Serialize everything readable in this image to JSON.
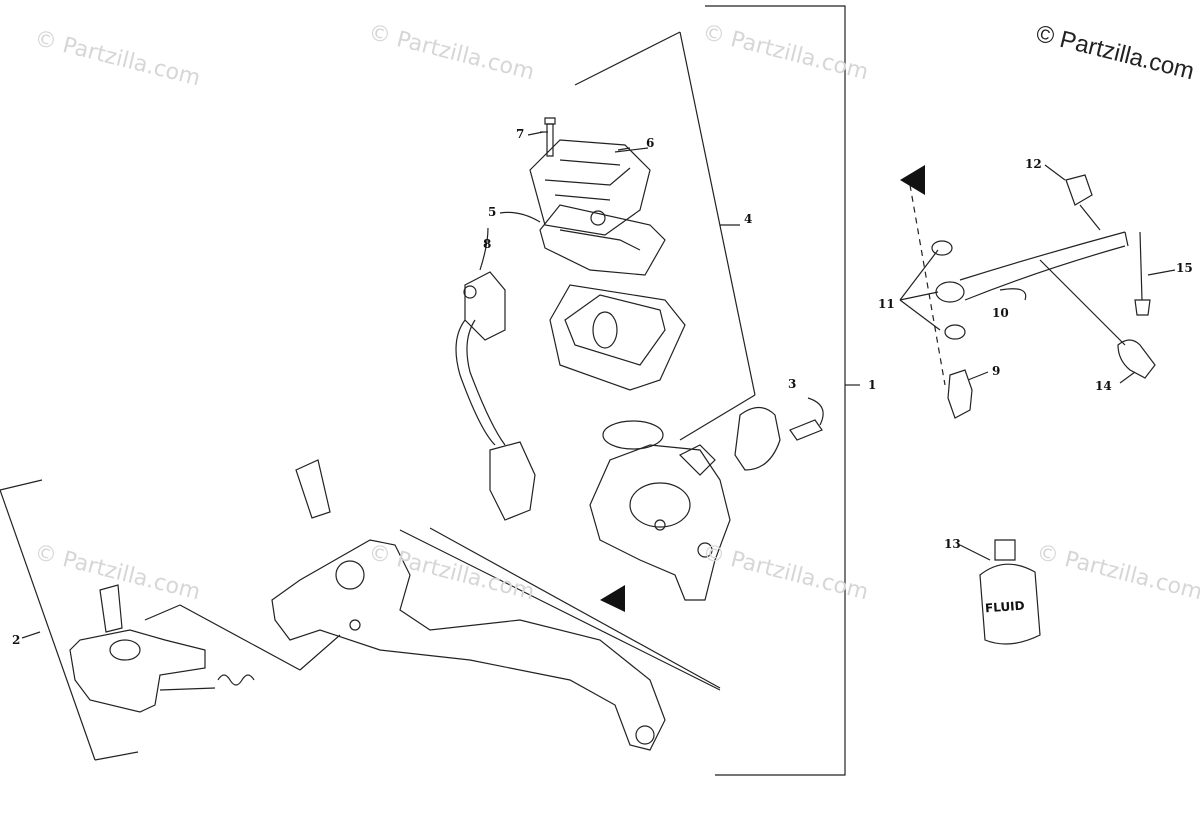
{
  "watermark": {
    "text": "© Partzilla.com",
    "copyright_text": "© Partzilla.com"
  },
  "callouts": {
    "c1": "1",
    "c2": "2",
    "c3": "3",
    "c4": "4",
    "c5": "5",
    "c6": "6",
    "c7": "7",
    "c8": "8",
    "c9": "9",
    "c10": "10",
    "c11": "11",
    "c12": "12",
    "c13": "13",
    "c14": "14",
    "c15": "15"
  },
  "bottle_label": "FLUID",
  "colors": {
    "line": "#222222",
    "watermark": "#d6d6d6"
  }
}
